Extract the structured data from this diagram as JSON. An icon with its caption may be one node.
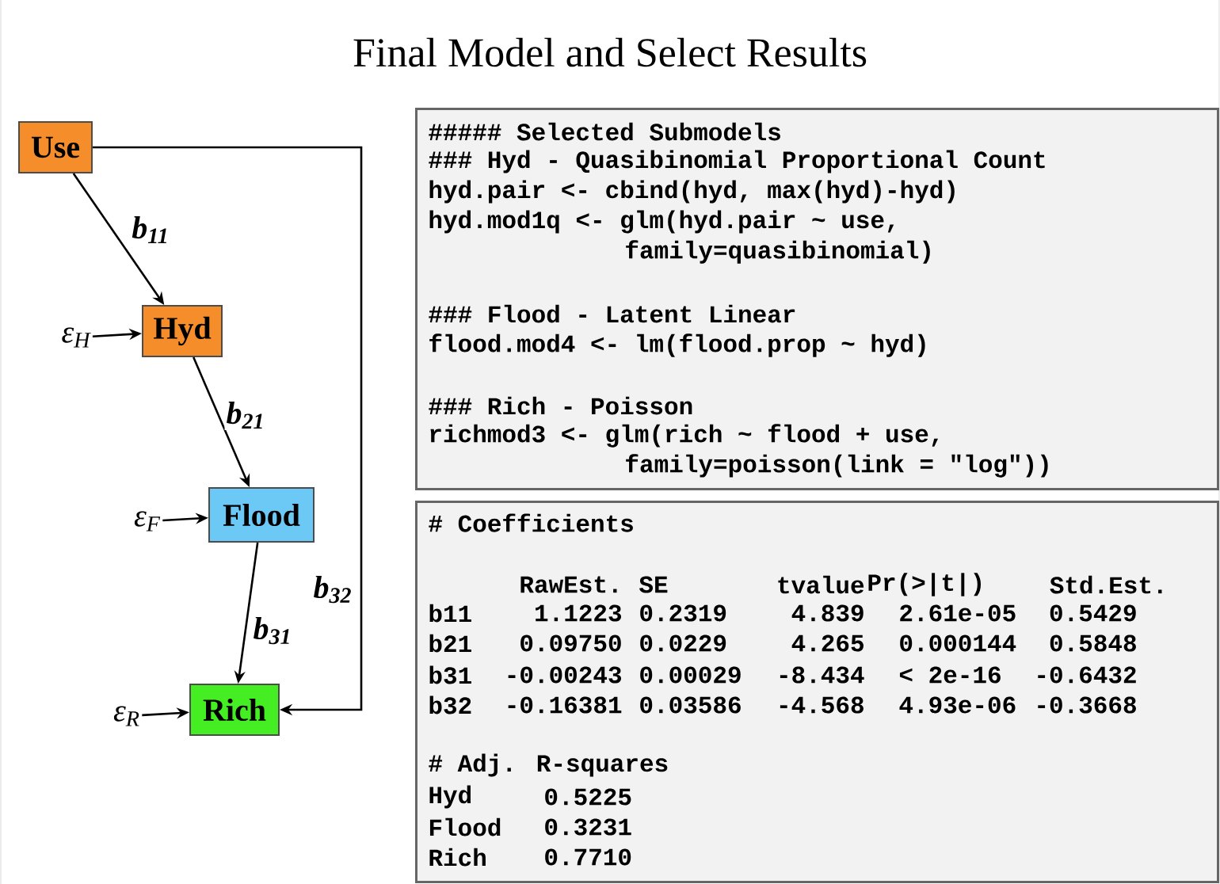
{
  "diagram": {
    "title": "Final Model and Select Results",
    "nodes": [
      {
        "text": [
          "Use"
        ]
      },
      {
        "text": [
          "Hyd"
        ]
      },
      {
        "text": [
          "Flood"
        ]
      },
      {
        "text": [
          "Rich"
        ]
      },
      {
        "text": [
          "ε$_{H}$"
        ]
      },
      {
        "text": [
          "ε$_{F}$"
        ]
      },
      {
        "text": [
          "ε$_{R}$"
        ]
      },
      {
        "text": [
          "##### Selected Submodels",
          "### Hyd - Quasibinomial Proportional Count",
          "hyd.pair <- cbind(hyd, max(hyd)-hyd)",
          "hyd.mod1q <- glm(hyd.pair ~ use,",
          "family=quasibinomial)",
          "### Flood - Latent Linear",
          "flood.mod4 <- lm(flood.prop ~ hyd)",
          "### Rich - Poisson",
          "richmod3 <- glm(rich ~ flood + use,",
          "family=poisson(link = \"log\"))"
        ]
      },
      {
        "text": [
          "# Coefficients",
          "# Adj. R-squares"
        ]
      }
    ],
    "edges": [
      {
        "from": 0,
        "to": 1,
        "arrow": "to",
        "label": "b$_{11}$"
      },
      {
        "from": 1,
        "to": 2,
        "arrow": "to",
        "label": "b$_{21}$"
      },
      {
        "from": 2,
        "to": 3,
        "arrow": "to",
        "label": "b$_{31}$"
      },
      {
        "from": 0,
        "to": 3,
        "arrow": "to",
        "label": "b$_{32}$"
      },
      {
        "from": 4,
        "to": 1,
        "arrow": "to"
      },
      {
        "from": 5,
        "to": 2,
        "arrow": "to"
      },
      {
        "from": 6,
        "to": 3,
        "arrow": "to"
      }
    ],
    "labels": [
      "RawEst.",
      "SE",
      "tvalue",
      "Pr(>|t|)",
      "Std.Est.",
      "b11",
      "1.1223",
      "0.2319",
      "4.839",
      "2.61e-05",
      "0.5429",
      "b21",
      "0.09750",
      "0.0229",
      "4.265",
      "0.000144",
      "0.5848",
      "b31",
      "-0.00243",
      "0.00029",
      "-8.434",
      "< 2e-16",
      "-0.6432",
      "b32",
      "-0.16381",
      "0.03586",
      "-4.568",
      "4.93e-06",
      "-0.3668",
      "Hyd",
      "0.5225",
      "Flood",
      "0.3231",
      "Rich",
      "0.7710"
    ]
  }
}
